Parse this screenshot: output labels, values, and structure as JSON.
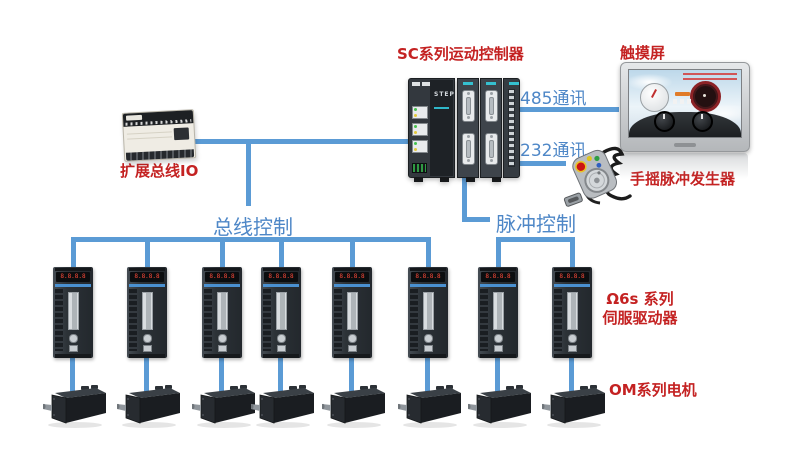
{
  "colors": {
    "line_blue": "#5b9bd5",
    "label_blue": "#4e87c7",
    "label_red": "#c42222"
  },
  "labels": {
    "controller_title": "SC系列运动控制器",
    "touchscreen": "触摸屏",
    "comm_485": "485通讯",
    "comm_232": "232通讯",
    "handwheel": "手摇脉冲发生器",
    "expansion_io": "扩展总线IO",
    "bus_control": "总线控制",
    "pulse_control": "脉冲控制",
    "servo_series_line1": "Ω6s 系列",
    "servo_series_line2": "伺服驱动器",
    "motor_series": "OM系列电机"
  },
  "devices": {
    "controller": {
      "brand": "STEP"
    },
    "servo_drive": {
      "display_text": "8.8.8.8"
    },
    "servo_drives_count": 8,
    "bus_drive_count": 6,
    "pulse_drive_count": 2,
    "motors_count": 8
  },
  "diagram": {
    "drive_centers_x": [
      73,
      147,
      222,
      281,
      352,
      428,
      498,
      572
    ]
  }
}
